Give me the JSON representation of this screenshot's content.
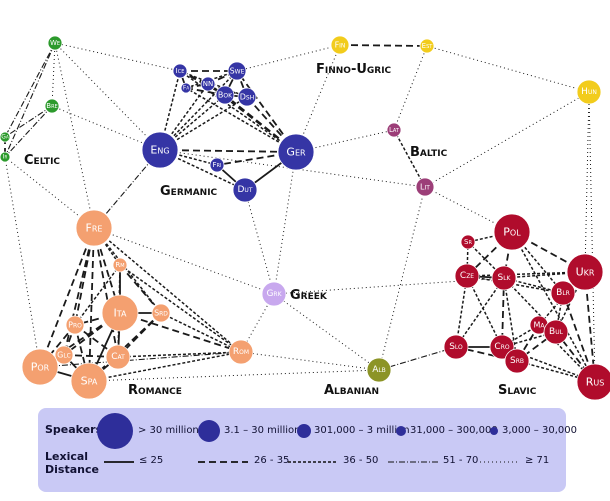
{
  "colors": {
    "celtic": "#2c9a2c",
    "germanic": "#3535a5",
    "finno_ugric": "#f2cc1c",
    "baltic": "#9c3e78",
    "romance": "#f4a070",
    "greek": "#c8a8ee",
    "albanian": "#8c9426",
    "slavic": "#b00c2c"
  },
  "groups": [
    {
      "id": "celtic",
      "label": "Celtic"
    },
    {
      "id": "germanic",
      "label": "Germanic"
    },
    {
      "id": "finno_ugric",
      "label": "Finno-Ugric"
    },
    {
      "id": "baltic",
      "label": "Baltic"
    },
    {
      "id": "romance",
      "label": "Romance"
    },
    {
      "id": "greek",
      "label": "Greek"
    },
    {
      "id": "albanian",
      "label": "Albanian"
    },
    {
      "id": "slavic",
      "label": "Slavic"
    }
  ],
  "languages": [
    {
      "id": "we",
      "label": "We",
      "group": "celtic",
      "size": 4
    },
    {
      "id": "bre",
      "label": "Bre",
      "group": "celtic",
      "size": 4
    },
    {
      "id": "ga",
      "label": "Ga",
      "group": "celtic",
      "size": 5
    },
    {
      "id": "ir",
      "label": "Ir",
      "group": "celtic",
      "size": 5
    },
    {
      "id": "ice",
      "label": "Ice",
      "group": "germanic",
      "size": 4
    },
    {
      "id": "fa",
      "label": "Fa",
      "group": "germanic",
      "size": 5
    },
    {
      "id": "nn",
      "label": "NN",
      "group": "germanic",
      "size": 4
    },
    {
      "id": "swe",
      "label": "Swe",
      "group": "germanic",
      "size": 3
    },
    {
      "id": "bok",
      "label": "Bok",
      "group": "germanic",
      "size": 3
    },
    {
      "id": "dsh",
      "label": "Dsh",
      "group": "germanic",
      "size": 3
    },
    {
      "id": "eng",
      "label": "Eng",
      "group": "germanic",
      "size": 1
    },
    {
      "id": "ger",
      "label": "Ger",
      "group": "germanic",
      "size": 1
    },
    {
      "id": "fri",
      "label": "Fri",
      "group": "germanic",
      "size": 4
    },
    {
      "id": "dut",
      "label": "Dut",
      "group": "germanic",
      "size": 2
    },
    {
      "id": "fin",
      "label": "Fin",
      "group": "finno_ugric",
      "size": 3
    },
    {
      "id": "est",
      "label": "Est",
      "group": "finno_ugric",
      "size": 4
    },
    {
      "id": "hun",
      "label": "Hun",
      "group": "finno_ugric",
      "size": 2
    },
    {
      "id": "lat",
      "label": "Lat",
      "group": "baltic",
      "size": 4
    },
    {
      "id": "lit",
      "label": "Lit",
      "group": "baltic",
      "size": 3
    },
    {
      "id": "fre",
      "label": "Fre",
      "group": "romance",
      "size": 1
    },
    {
      "id": "rm",
      "label": "Rm",
      "group": "romance",
      "size": 4
    },
    {
      "id": "ita",
      "label": "Ita",
      "group": "romance",
      "size": 1
    },
    {
      "id": "srd",
      "label": "Srd",
      "group": "romance",
      "size": 3
    },
    {
      "id": "pro",
      "label": "Pro",
      "group": "romance",
      "size": 3
    },
    {
      "id": "glc",
      "label": "Glc",
      "group": "romance",
      "size": 3
    },
    {
      "id": "cat",
      "label": "Cat",
      "group": "romance",
      "size": 2
    },
    {
      "id": "por",
      "label": "Por",
      "group": "romance",
      "size": 1
    },
    {
      "id": "spa",
      "label": "Spa",
      "group": "romance",
      "size": 1
    },
    {
      "id": "rom",
      "label": "Rom",
      "group": "romance",
      "size": 2
    },
    {
      "id": "grk",
      "label": "Grk",
      "group": "greek",
      "size": 2
    },
    {
      "id": "alb",
      "label": "Alb",
      "group": "albanian",
      "size": 2
    },
    {
      "id": "pol",
      "label": "Pol",
      "group": "slavic",
      "size": 1
    },
    {
      "id": "sr",
      "label": "Sr",
      "group": "slavic",
      "size": 4
    },
    {
      "id": "ukr",
      "label": "Ukr",
      "group": "slavic",
      "size": 1
    },
    {
      "id": "cze",
      "label": "Cze",
      "group": "slavic",
      "size": 2
    },
    {
      "id": "slk",
      "label": "Slk",
      "group": "slavic",
      "size": 2
    },
    {
      "id": "blr",
      "label": "Blr",
      "group": "slavic",
      "size": 2
    },
    {
      "id": "ma",
      "label": "Ma",
      "group": "slavic",
      "size": 3
    },
    {
      "id": "bul",
      "label": "Bul",
      "group": "slavic",
      "size": 2
    },
    {
      "id": "slo",
      "label": "Slo",
      "group": "slavic",
      "size": 2
    },
    {
      "id": "cro",
      "label": "Cro",
      "group": "slavic",
      "size": 2
    },
    {
      "id": "srb",
      "label": "Srb",
      "group": "slavic",
      "size": 2
    },
    {
      "id": "rus",
      "label": "Rus",
      "group": "slavic",
      "size": 1
    }
  ],
  "links": [
    [
      "we",
      "bre",
      5
    ],
    [
      "we",
      "ga",
      4
    ],
    [
      "we",
      "ir",
      4
    ],
    [
      "bre",
      "ga",
      4
    ],
    [
      "bre",
      "ir",
      4
    ],
    [
      "ga",
      "ir",
      2
    ],
    [
      "we",
      "eng",
      5
    ],
    [
      "we",
      "fre",
      5
    ],
    [
      "bre",
      "eng",
      5
    ],
    [
      "ir",
      "fre",
      5
    ],
    [
      "ir",
      "por",
      5
    ],
    [
      "ice",
      "fa",
      1
    ],
    [
      "ice",
      "nn",
      2
    ],
    [
      "ice",
      "swe",
      2
    ],
    [
      "ice",
      "bok",
      2
    ],
    [
      "ice",
      "dsh",
      3
    ],
    [
      "fa",
      "nn",
      2
    ],
    [
      "fa",
      "bok",
      2
    ],
    [
      "fa",
      "swe",
      3
    ],
    [
      "nn",
      "swe",
      2
    ],
    [
      "nn",
      "bok",
      1
    ],
    [
      "nn",
      "dsh",
      2
    ],
    [
      "swe",
      "bok",
      1
    ],
    [
      "swe",
      "dsh",
      2
    ],
    [
      "bok",
      "dsh",
      1
    ],
    [
      "eng",
      "ice",
      3
    ],
    [
      "eng",
      "nn",
      3
    ],
    [
      "eng",
      "bok",
      3
    ],
    [
      "eng",
      "dsh",
      3
    ],
    [
      "eng",
      "swe",
      3
    ],
    [
      "eng",
      "ger",
      2
    ],
    [
      "eng",
      "fri",
      3
    ],
    [
      "eng",
      "dut",
      3
    ],
    [
      "ger",
      "ice",
      3
    ],
    [
      "ger",
      "bok",
      2
    ],
    [
      "ger",
      "dsh",
      2
    ],
    [
      "ger",
      "swe",
      2
    ],
    [
      "ger",
      "nn",
      2
    ],
    [
      "ger",
      "fa",
      3
    ],
    [
      "ger",
      "fri",
      2
    ],
    [
      "ger",
      "dut",
      1
    ],
    [
      "fri",
      "dut",
      1
    ],
    [
      "eng",
      "fre",
      4
    ],
    [
      "ger",
      "lat",
      5
    ],
    [
      "ger",
      "grk",
      5
    ],
    [
      "ger",
      "fin",
      5
    ],
    [
      "eng",
      "lit",
      5
    ],
    [
      "dut",
      "grk",
      5
    ],
    [
      "ice",
      "we",
      5
    ],
    [
      "fin",
      "est",
      2
    ],
    [
      "fin",
      "swe",
      5
    ],
    [
      "est",
      "lat",
      5
    ],
    [
      "est",
      "hun",
      5
    ],
    [
      "hun",
      "lit",
      5
    ],
    [
      "hun",
      "ukr",
      5
    ],
    [
      "hun",
      "rus",
      5
    ],
    [
      "lat",
      "lit",
      3
    ],
    [
      "lit",
      "pol",
      5
    ],
    [
      "lit",
      "alb",
      5
    ],
    [
      "fre",
      "rm",
      3
    ],
    [
      "fre",
      "ita",
      2
    ],
    [
      "fre",
      "srd",
      3
    ],
    [
      "fre",
      "pro",
      2
    ],
    [
      "fre",
      "glc",
      2
    ],
    [
      "fre",
      "cat",
      2
    ],
    [
      "fre",
      "por",
      2
    ],
    [
      "fre",
      "spa",
      2
    ],
    [
      "fre",
      "rom",
      3
    ],
    [
      "fre",
      "grk",
      5
    ],
    [
      "rm",
      "ita",
      1
    ],
    [
      "rm",
      "srd",
      2
    ],
    [
      "rm",
      "pro",
      3
    ],
    [
      "rm",
      "cat",
      3
    ],
    [
      "rm",
      "rom",
      3
    ],
    [
      "ita",
      "srd",
      1
    ],
    [
      "ita",
      "pro",
      2
    ],
    [
      "ita",
      "glc",
      2
    ],
    [
      "ita",
      "cat",
      1
    ],
    [
      "ita",
      "por",
      2
    ],
    [
      "ita",
      "spa",
      1
    ],
    [
      "ita",
      "rom",
      2
    ],
    [
      "srd",
      "cat",
      2
    ],
    [
      "srd",
      "rom",
      3
    ],
    [
      "srd",
      "spa",
      2
    ],
    [
      "pro",
      "glc",
      2
    ],
    [
      "pro",
      "cat",
      2
    ],
    [
      "pro",
      "spa",
      2
    ],
    [
      "pro",
      "por",
      2
    ],
    [
      "glc",
      "por",
      1
    ],
    [
      "glc",
      "spa",
      1
    ],
    [
      "glc",
      "cat",
      2
    ],
    [
      "cat",
      "spa",
      1
    ],
    [
      "cat",
      "rom",
      3
    ],
    [
      "por",
      "spa",
      1
    ],
    [
      "spa",
      "rom",
      3
    ],
    [
      "por",
      "rom",
      4
    ],
    [
      "rom",
      "grk",
      5
    ],
    [
      "rom",
      "alb",
      5
    ],
    [
      "grk",
      "alb",
      5
    ],
    [
      "grk",
      "slk",
      5
    ],
    [
      "alb",
      "slo",
      4
    ],
    [
      "spa",
      "alb",
      5
    ],
    [
      "pol",
      "sr",
      3
    ],
    [
      "pol",
      "ukr",
      2
    ],
    [
      "pol",
      "cze",
      2
    ],
    [
      "pol",
      "slk",
      2
    ],
    [
      "pol",
      "blr",
      3
    ],
    [
      "pol",
      "rus",
      3
    ],
    [
      "sr",
      "cze",
      3
    ],
    [
      "sr",
      "slk",
      3
    ],
    [
      "ukr",
      "blr",
      1
    ],
    [
      "ukr",
      "rus",
      2
    ],
    [
      "ukr",
      "bul",
      3
    ],
    [
      "ukr",
      "cze",
      3
    ],
    [
      "ukr",
      "slk",
      3
    ],
    [
      "cze",
      "slk",
      1
    ],
    [
      "cze",
      "slo",
      3
    ],
    [
      "cze",
      "cro",
      3
    ],
    [
      "cze",
      "blr",
      3
    ],
    [
      "slk",
      "slo",
      3
    ],
    [
      "slk",
      "cro",
      2
    ],
    [
      "slk",
      "srb",
      3
    ],
    [
      "slk",
      "bul",
      3
    ],
    [
      "slk",
      "blr",
      3
    ],
    [
      "blr",
      "rus",
      2
    ],
    [
      "blr",
      "bul",
      3
    ],
    [
      "ma",
      "bul",
      1
    ],
    [
      "ma",
      "srb",
      2
    ],
    [
      "ma",
      "cro",
      3
    ],
    [
      "ma",
      "rus",
      3
    ],
    [
      "bul",
      "rus",
      2
    ],
    [
      "bul",
      "srb",
      2
    ],
    [
      "bul",
      "cro",
      3
    ],
    [
      "slo",
      "cro",
      1
    ],
    [
      "slo",
      "srb",
      2
    ],
    [
      "cro",
      "srb",
      1
    ],
    [
      "srb",
      "rus",
      3
    ],
    [
      "cro",
      "rus",
      3
    ],
    [
      "ukr",
      "ma",
      3
    ]
  ],
  "legend": {
    "speakers_title": "Speakers",
    "distance_title": "Lexical\nDistance",
    "speakers": [
      {
        "size": 1,
        "label": "> 30 million"
      },
      {
        "size": 2,
        "label": "3.1 – 30 million"
      },
      {
        "size": 3,
        "label": "301,000 – 3 million"
      },
      {
        "size": 4,
        "label": "31,000 – 300,000"
      },
      {
        "size": 5,
        "label": "3,000 – 30,000"
      }
    ],
    "distances": [
      {
        "style": 1,
        "label": "≤ 25"
      },
      {
        "style": 2,
        "label": "26 - 35"
      },
      {
        "style": 3,
        "label": "36 - 50"
      },
      {
        "style": 4,
        "label": "51 - 70"
      },
      {
        "style": 5,
        "label": "≥ 71"
      }
    ]
  }
}
